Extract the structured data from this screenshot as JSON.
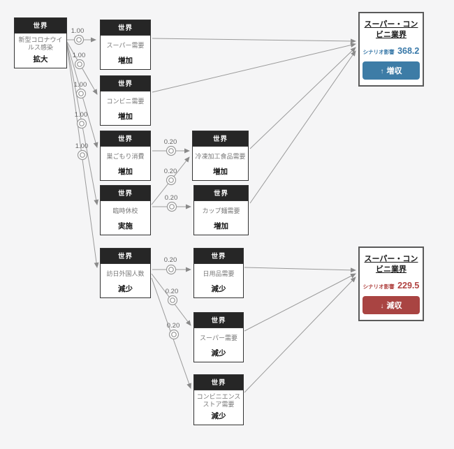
{
  "diagram": {
    "background": "#f5f5f6",
    "accent_blue": "#3d7ca6",
    "accent_red": "#a94442"
  },
  "nodes": [
    {
      "header": "世界",
      "label": "新型コロナウイルス感染",
      "direction": "拡大"
    },
    {
      "header": "世界",
      "label": "スーパー需要",
      "direction": "増加"
    },
    {
      "header": "世界",
      "label": "コンビニ需要",
      "direction": "増加"
    },
    {
      "header": "世界",
      "label": "巣ごもり消費",
      "direction": "増加"
    },
    {
      "header": "世界",
      "label": "臨時休校",
      "direction": "実施"
    },
    {
      "header": "世界",
      "label": "冷凍加工食品需要",
      "direction": "増加"
    },
    {
      "header": "世界",
      "label": "カップ麺需要",
      "direction": "増加"
    },
    {
      "header": "世界",
      "label": "訪日外国人数",
      "direction": "減少"
    },
    {
      "header": "世界",
      "label": "日用品需要",
      "direction": "減少"
    },
    {
      "header": "世界",
      "label": "スーパー需要",
      "direction": "減少"
    },
    {
      "header": "世界",
      "label": "コンビニエンスストア需要",
      "direction": "減少"
    }
  ],
  "edges": [
    {
      "from": "新型コロナウイルス感染",
      "to": "スーパー需要(増加)",
      "weight": "1.00"
    },
    {
      "from": "新型コロナウイルス感染",
      "to": "コンビニ需要(増加)",
      "weight": "1.00"
    },
    {
      "from": "新型コロナウイルス感染",
      "to": "巣ごもり消費(増加)",
      "weight": "1.00"
    },
    {
      "from": "新型コロナウイルス感染",
      "to": "臨時休校(実施)",
      "weight": "1.00"
    },
    {
      "from": "新型コロナウイルス感染",
      "to": "訪日外国人数(減少)",
      "weight": "1.00"
    },
    {
      "from": "巣ごもり消費",
      "to": "冷凍加工食品需要(増加)",
      "weight": "0.20"
    },
    {
      "from": "臨時休校",
      "to": "冷凍加工食品需要(増加)",
      "weight": "0.20"
    },
    {
      "from": "臨時休校",
      "to": "カップ麺需要(増加)",
      "weight": "0.20"
    },
    {
      "from": "訪日外国人数",
      "to": "日用品需要(減少)",
      "weight": "0.20"
    },
    {
      "from": "訪日外国人数",
      "to": "スーパー需要(減少)",
      "weight": "0.20"
    },
    {
      "from": "訪日外国人数",
      "to": "コンビニエンスストア需要(減少)",
      "weight": "0.20"
    },
    {
      "from": "スーパー需要(増加)",
      "to": "スーパー・コンビニ業界(増収)",
      "weight": ""
    },
    {
      "from": "コンビニ需要(増加)",
      "to": "スーパー・コンビニ業界(増収)",
      "weight": ""
    },
    {
      "from": "冷凍加工食品需要(増加)",
      "to": "スーパー・コンビニ業界(増収)",
      "weight": ""
    },
    {
      "from": "カップ麺需要(増加)",
      "to": "スーパー・コンビニ業界(増収)",
      "weight": ""
    },
    {
      "from": "日用品需要(減少)",
      "to": "スーパー・コンビニ業界(減収)",
      "weight": ""
    },
    {
      "from": "スーパー需要(減少)",
      "to": "スーパー・コンビニ業界(減収)",
      "weight": ""
    },
    {
      "from": "コンビニエンスストア需要(減少)",
      "to": "スーパー・コンビニ業界(減収)",
      "weight": ""
    }
  ],
  "results": [
    {
      "title": "スーパー・コンビニ業界",
      "impact_label": "シナリオ影響",
      "impact_value": "368.2",
      "arrow": "↑",
      "direction": "増収",
      "color": "#3d7ca6"
    },
    {
      "title": "スーパー・コンビニ業界",
      "impact_label": "シナリオ影響",
      "impact_value": "229.5",
      "arrow": "↓",
      "direction": "減収",
      "color": "#a94442"
    }
  ]
}
